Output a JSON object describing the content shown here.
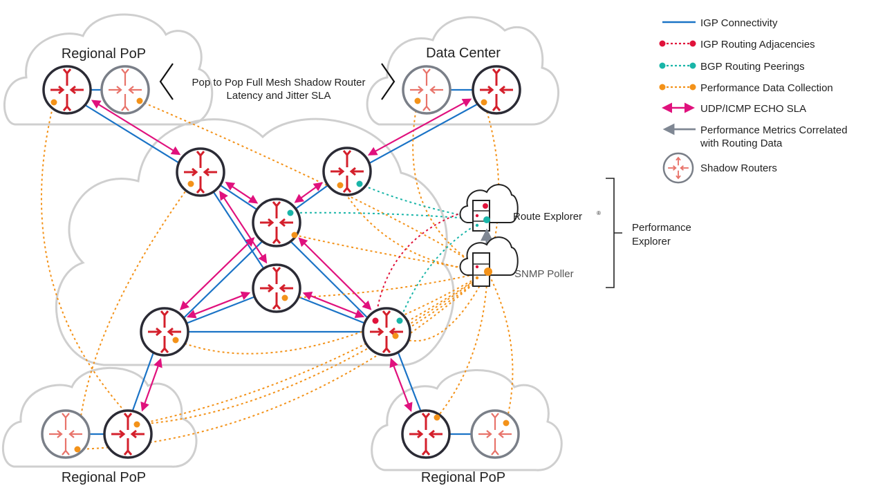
{
  "colors": {
    "igp": "#1a73c6",
    "igp_adj": "#e0123a",
    "bgp": "#19b5a8",
    "perf": "#f39219",
    "sla": "#e0117d",
    "metrics": "#7f8793",
    "router_ring": "#2b2b35",
    "router_arrow": "#d4202c",
    "shadow_ring": "#7a7f88",
    "shadow_arrow": "#e8736a"
  },
  "clouds": {
    "top_left": "Regional PoP",
    "top_right": "Data Center",
    "bottom_left": "Regional PoP",
    "bottom_right": "Regional PoP"
  },
  "mesh_caption": {
    "line1": "Pop to Pop Full Mesh Shadow Router",
    "line2": "Latency and Jitter SLA"
  },
  "servers": {
    "route_explorer": "Route Explorer",
    "route_explorer_mark": "®",
    "snmp_poller": "SNMP Poller"
  },
  "bracket": {
    "line1": "Performance",
    "line2": "Explorer"
  },
  "legend": [
    {
      "key": "igp",
      "label": "IGP Connectivity",
      "icon": "solid-line-icon"
    },
    {
      "key": "igp_adj",
      "label": "IGP Routing Adjacencies",
      "icon": "dotted-line-icon"
    },
    {
      "key": "bgp",
      "label": "BGP Routing Peerings",
      "icon": "dotted-line-icon"
    },
    {
      "key": "perf",
      "label": "Performance Data Collection",
      "icon": "dotted-line-icon"
    },
    {
      "key": "sla",
      "label": "UDP/ICMP ECHO SLA",
      "icon": "double-arrow-icon"
    },
    {
      "key": "metrics",
      "label": "Performance Metrics Correlated",
      "label2": "with Routing Data",
      "icon": "left-arrow-icon"
    },
    {
      "key": "shadow",
      "label": "Shadow Routers",
      "icon": "shadow-router-icon"
    }
  ]
}
